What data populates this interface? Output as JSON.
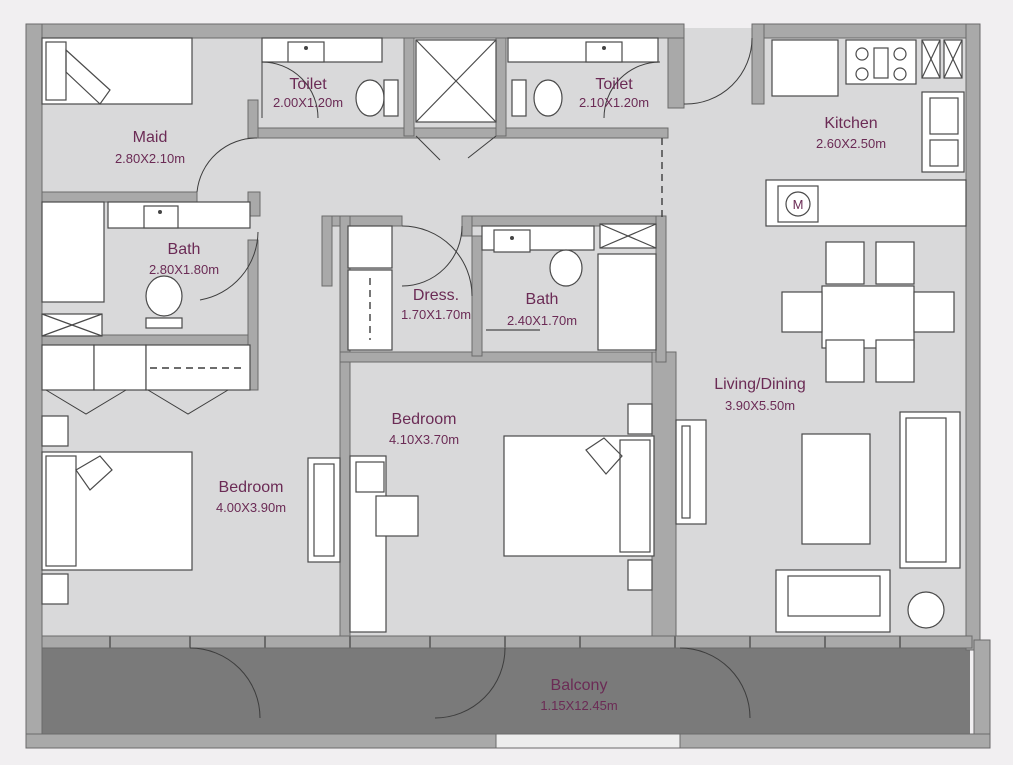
{
  "rooms": {
    "maid": {
      "name": "Maid",
      "dim": "2.80X2.10m"
    },
    "toilet1": {
      "name": "Toilet",
      "dim": "2.00X1.20m"
    },
    "toilet2": {
      "name": "Toilet",
      "dim": "2.10X1.20m"
    },
    "kitchen": {
      "name": "Kitchen",
      "dim": "2.60X2.50m"
    },
    "bath1": {
      "name": "Bath",
      "dim": "2.80X1.80m"
    },
    "dress": {
      "name": "Dress.",
      "dim": "1.70X1.70m"
    },
    "bath2": {
      "name": "Bath",
      "dim": "2.40X1.70m"
    },
    "living": {
      "name": "Living/Dining",
      "dim": "3.90X5.50m"
    },
    "bedroom1": {
      "name": "Bedroom",
      "dim": "4.00X3.90m"
    },
    "bedroom2": {
      "name": "Bedroom",
      "dim": "4.10X3.70m"
    },
    "balcony": {
      "name": "Balcony",
      "dim": "1.15X12.45m"
    }
  },
  "microwave_label": "M",
  "colors": {
    "text": "#6b2b55",
    "wall": "#a9a9a9",
    "floor": "#d9d9da",
    "balcony_floor": "#7a7a7a",
    "background": "#f1eff1"
  }
}
